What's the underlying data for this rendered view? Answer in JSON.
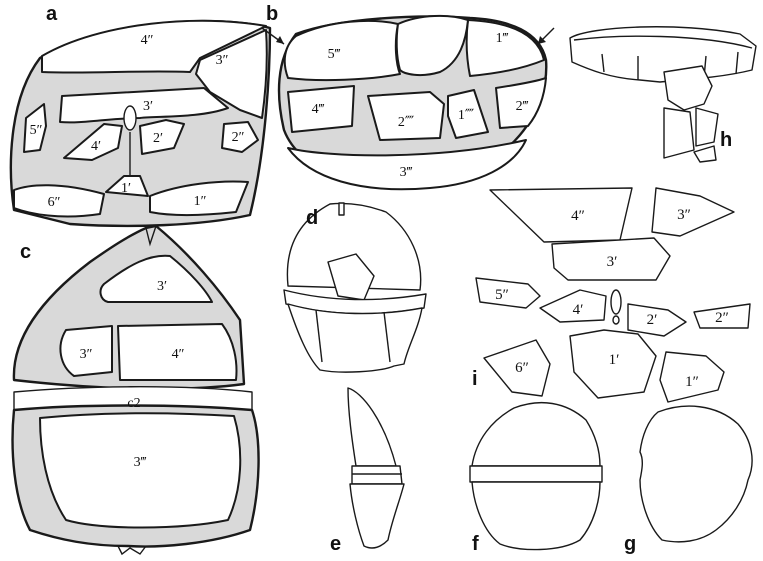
{
  "panels": {
    "a": "a",
    "b": "b",
    "c": "c",
    "d": "d",
    "e": "e",
    "f": "f",
    "g": "g",
    "h": "h",
    "i": "i"
  },
  "plates_a": {
    "p4pp": "4″",
    "p3pp": "3″",
    "p3p": "3′",
    "p5pp": "5″",
    "p2pp": "2″",
    "p4p": "4′",
    "p2p": "2′",
    "p1p": "1′",
    "p6pp": "6″",
    "p1pp": "1″"
  },
  "plates_b": {
    "p5ppp": "5‴",
    "p1ppp": "1‴",
    "p4ppp": "4‴",
    "p2pppp": "2⁗",
    "p1pppp": "1⁗",
    "p2ppp": "2‴",
    "p3ppp": "3‴"
  },
  "plates_c": {
    "p3p": "3′",
    "p3pp": "3″",
    "p4pp": "4″",
    "c2": "c2",
    "p3ppp": "3‴"
  },
  "plates_i": {
    "p4pp": "4″",
    "p3pp": "3″",
    "p3p": "3′",
    "p5pp": "5″",
    "p4p": "4′",
    "p2p": "2′",
    "p2pp": "2″",
    "p6pp": "6″",
    "p1p": "1′",
    "p1pp": "1″"
  },
  "colors": {
    "plate_fill": "#ffffff",
    "theca_fill": "#d9d9d9",
    "stroke": "#1a1a1a"
  }
}
